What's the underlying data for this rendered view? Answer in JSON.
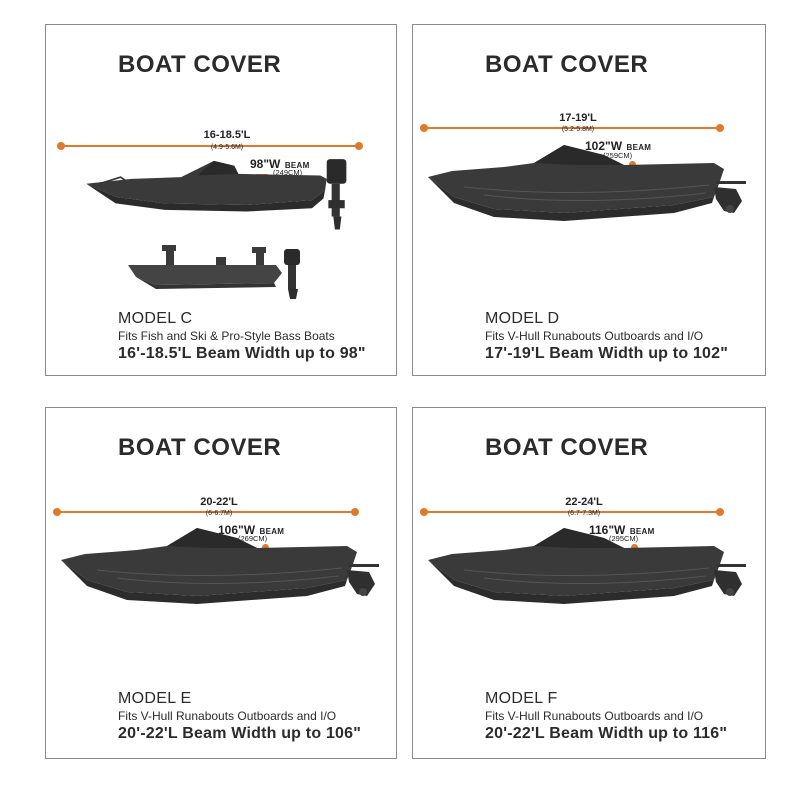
{
  "accent_color": "#e07a2a",
  "panels": [
    {
      "title": "BOAT COVER",
      "length": "16-18.5'L",
      "length_metric": "(4.9-5.6M)",
      "beam": "98\"W",
      "beam_word": "BEAM",
      "beam_metric": "(249CM)",
      "model": "MODEL C",
      "fits": "Fits Fish and Ski & Pro-Style Bass Boats",
      "spec": "16'-18.5'L Beam Width up to 98\""
    },
    {
      "title": "BOAT COVER",
      "length": "17-19'L",
      "length_metric": "(5.2-5.8M)",
      "beam": "102\"W",
      "beam_word": "BEAM",
      "beam_metric": "(259CM)",
      "model": "MODEL D",
      "fits": "Fits V-Hull Runabouts Outboards and I/O",
      "spec": "17'-19'L Beam Width up to 102\""
    },
    {
      "title": "BOAT COVER",
      "length": "20-22'L",
      "length_metric": "(6-6.7M)",
      "beam": "106\"W",
      "beam_word": "BEAM",
      "beam_metric": "(269CM)",
      "model": "MODEL E",
      "fits": "Fits V-Hull Runabouts Outboards and I/O",
      "spec": "20'-22'L Beam Width up to 106\""
    },
    {
      "title": "BOAT COVER",
      "length": "22-24'L",
      "length_metric": "(6.7-7.3M)",
      "beam": "116\"W",
      "beam_word": "BEAM",
      "beam_metric": "(295CM)",
      "model": "MODEL F",
      "fits": "Fits V-Hull Runabouts Outboards and I/O",
      "spec": "20'-22'L Beam Width up to 116\""
    }
  ]
}
